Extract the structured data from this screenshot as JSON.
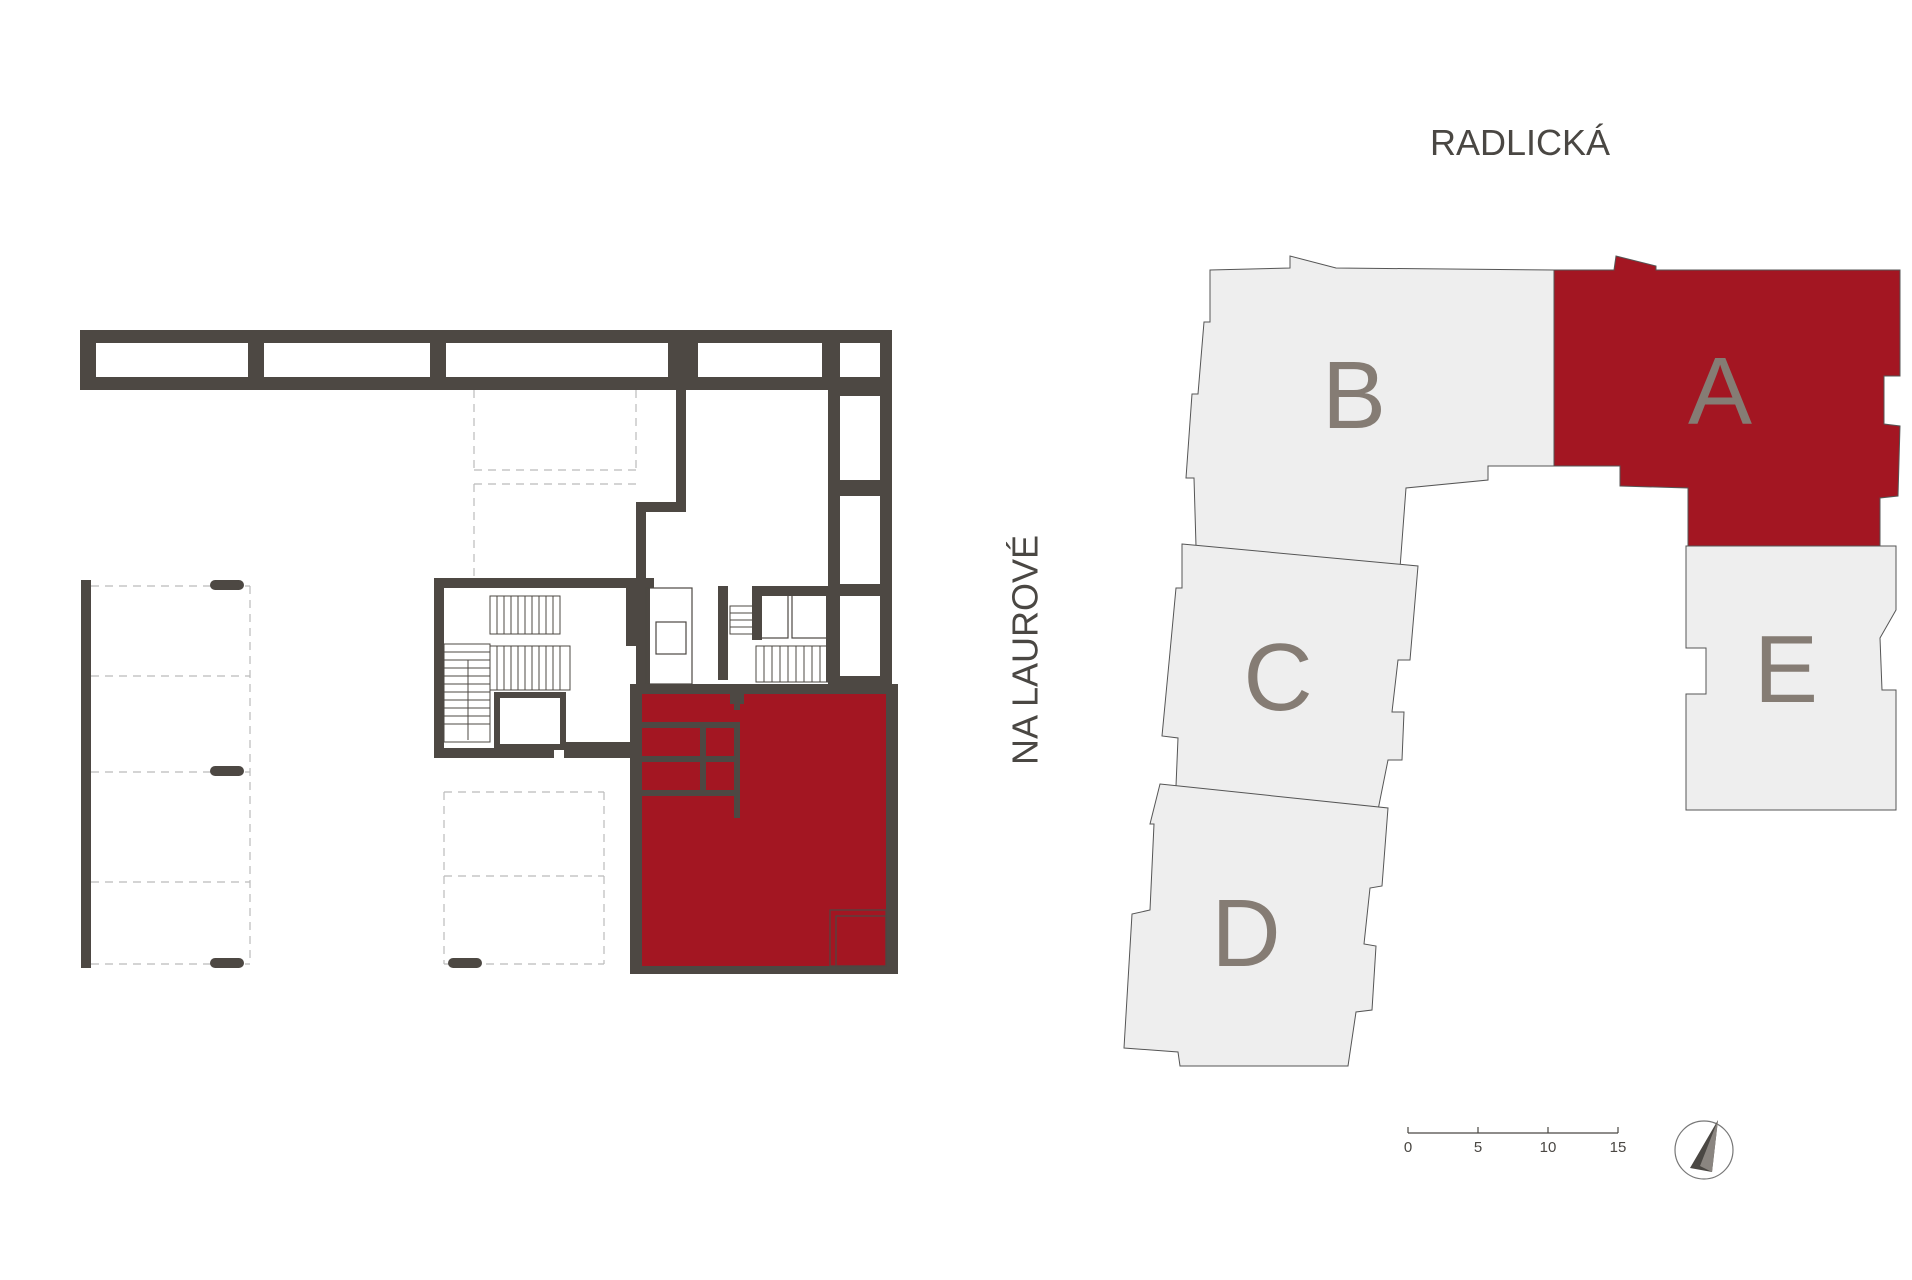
{
  "streets": {
    "north": "RADLICKÁ",
    "west": "NA LAUROVÉ"
  },
  "buildings": [
    {
      "id": "A",
      "label": "A",
      "selected": true
    },
    {
      "id": "B",
      "label": "B",
      "selected": false
    },
    {
      "id": "C",
      "label": "C",
      "selected": false
    },
    {
      "id": "D",
      "label": "D",
      "selected": false
    },
    {
      "id": "E",
      "label": "E",
      "selected": false
    }
  ],
  "scale_bar": {
    "ticks": [
      "0",
      "5",
      "10",
      "15"
    ]
  },
  "colors": {
    "selected": "#a31622",
    "wall": "#4d4843",
    "building": "#eeeeee",
    "label": "#857c74"
  },
  "icons": {
    "north_arrow": "north-arrow-icon"
  }
}
